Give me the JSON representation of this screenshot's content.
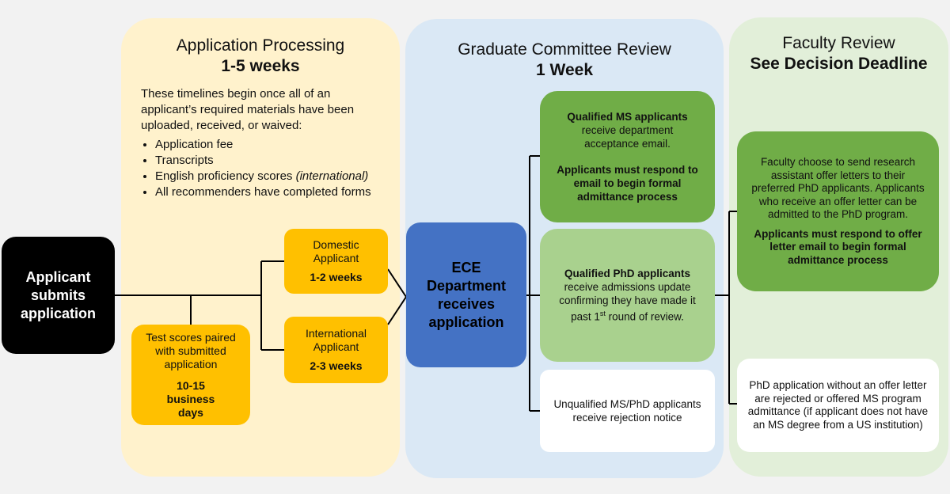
{
  "phases": {
    "processing": {
      "title": "Application Processing",
      "subtitle": "1-5 weeks"
    },
    "committee": {
      "title": "Graduate Committee Review",
      "subtitle": "1 Week"
    },
    "faculty": {
      "title": "Faculty Review",
      "subtitle": "See Decision Deadline"
    }
  },
  "processing_info": {
    "intro": "These timelines begin once all of an applicant’s required materials have been uploaded, received, or waived:",
    "requirements": [
      {
        "text": "Application fee",
        "note": ""
      },
      {
        "text": "Transcripts",
        "note": ""
      },
      {
        "text": "English proficiency scores ",
        "note": "(international)"
      },
      {
        "text": "All recommenders have completed forms",
        "note": ""
      }
    ]
  },
  "nodes": {
    "applicant": {
      "label": "Applicant submits application"
    },
    "domestic": {
      "label": "Domestic Applicant",
      "duration": "1-2 weeks"
    },
    "international": {
      "label": "International Applicant",
      "duration": "2-3 weeks"
    },
    "test_scores": {
      "label": "Test scores paired with submitted application",
      "duration": "10-15 business days"
    },
    "ece": {
      "label": "ECE Department receives application"
    },
    "qualified_ms": {
      "title": "Qualified MS applicants",
      "text": "receive department acceptance email.",
      "action": "Applicants must respond to email to begin formal admittance process"
    },
    "qualified_phd": {
      "title": "Qualified PhD applicants",
      "text_before": "receive admissions update confirming they have made it past 1",
      "sup": "st",
      "text_after": " round of review."
    },
    "unqualified": {
      "text": "Unqualified MS/PhD applicants receive rejection notice"
    },
    "faculty_offer": {
      "text": "Faculty choose to send research assistant offer letters to their preferred PhD applicants. Applicants who receive an offer letter can be admitted to the PhD program.",
      "action": "Applicants must respond to offer letter email to begin formal admittance process"
    },
    "phd_no_offer": {
      "text": "PhD application without an offer letter are rejected or offered MS program admittance (if applicant does not have an MS degree from a US institution)"
    }
  },
  "colors": {
    "processing_bg": "#fff2cc",
    "committee_bg": "#dae8f5",
    "faculty_bg": "#e2efd9",
    "applicant": "#000000",
    "orange_box": "#ffc000",
    "ece_box": "#4472c4",
    "dark_green": "#70ad47",
    "light_green": "#a9d18e",
    "white_box": "#ffffff"
  }
}
